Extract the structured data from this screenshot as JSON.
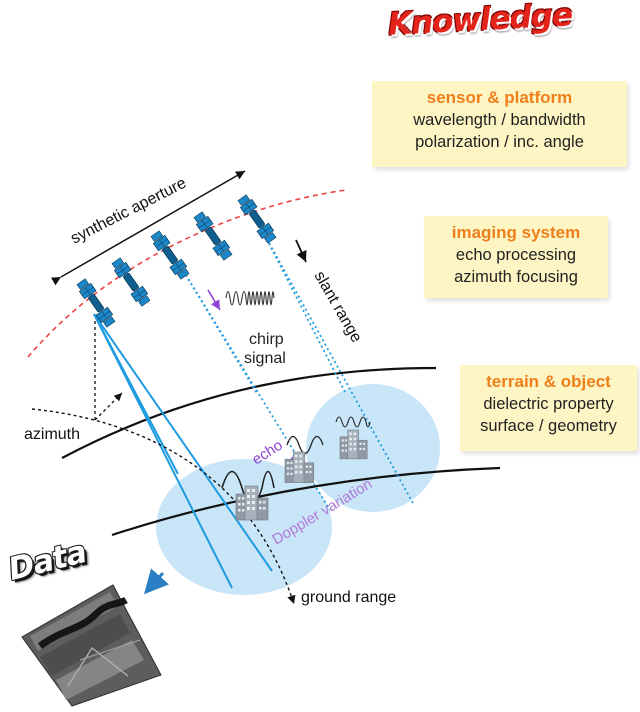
{
  "titles": {
    "knowledge": "Knowledge",
    "data": "Data"
  },
  "knowledge_boxes": {
    "sensor": {
      "heading": "sensor & platform",
      "lines": [
        "wavelength / bandwidth",
        "polarization / inc. angle"
      ]
    },
    "imaging": {
      "heading": "imaging system",
      "lines": [
        "echo processing",
        "azimuth focusing"
      ]
    },
    "terrain": {
      "heading": "terrain & object",
      "lines": [
        "dielectric property",
        "surface / geometry"
      ]
    }
  },
  "diagram_labels": {
    "synthetic_aperture": "synthetic aperture",
    "slant_range": "slant range",
    "chirp": "chirp",
    "signal": "signal",
    "azimuth": "azimuth",
    "echo": "echo",
    "doppler_variation": "Doppler variation",
    "ground_range": "ground range"
  },
  "colors": {
    "title_red": "#e3241b",
    "box_fill": "#fdf5c4",
    "box_heading": "#ef7f1a",
    "beam_blue": "#1f9be0",
    "footprint_blue": "#bfe0f7",
    "orbit_red": "#ee4444",
    "doppler_purple": "#9b59d0"
  },
  "icons": [
    "satellite-icon",
    "building-icon",
    "chirp-wave-icon",
    "arrow-icon",
    "sar-image-thumbnail"
  ]
}
